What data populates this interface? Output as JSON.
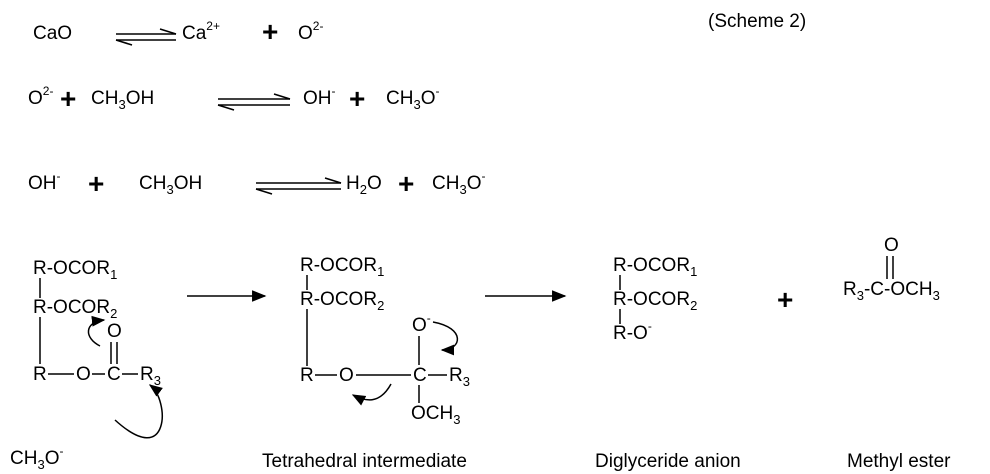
{
  "scheme_label": "(Scheme 2)",
  "reactions": {
    "r1": {
      "reactant": "CaO",
      "product_ion": "Ca",
      "product_charge": "2+",
      "plus": "+",
      "product2": "O",
      "product2_charge": "2-"
    },
    "r2": {
      "reactant1": "O",
      "reactant1_charge": "2-",
      "plus": "+",
      "reactant2_a": "CH",
      "reactant2_sub": "3",
      "reactant2_b": "OH",
      "product1": "OH",
      "product1_charge": "-",
      "plus2": "+",
      "product2_a": "CH",
      "product2_sub": "3",
      "product2_b": "O",
      "product2_charge": "-"
    },
    "r3": {
      "reactant1": "OH",
      "reactant1_charge": "-",
      "plus": "+",
      "reactant2_a": "CH",
      "reactant2_sub": "3",
      "reactant2_b": "OH",
      "product1_a": "H",
      "product1_sub": "2",
      "product1_b": "O",
      "plus2": "+",
      "product2_a": "CH",
      "product2_sub": "3",
      "product2_b": "O",
      "product2_charge": "-"
    }
  },
  "mechanism": {
    "triglyceride": {
      "row1_a": "R-OCOR",
      "row1_sub": "1",
      "row2_a": "R-OCOR",
      "row2_sub": "2",
      "carbonyl_O": "O",
      "row3_a": "R",
      "row3_O": "O",
      "row3_C": "C",
      "row3_R": "R",
      "row3_R_sub": "3"
    },
    "methoxide": {
      "a": "CH",
      "sub": "3",
      "b": "O",
      "charge": "-"
    },
    "tetrahedral": {
      "row1_a": "R-OCOR",
      "row1_sub": "1",
      "row2_a": "R-OCOR",
      "row2_sub": "2",
      "anion_O": "O",
      "anion_charge": "-",
      "row3_a": "R",
      "row3_O": "O",
      "row3_C": "C",
      "row3_R": "R",
      "row3_R_sub": "3",
      "methoxy_a": "OCH",
      "methoxy_sub": "3",
      "caption": "Tetrahedral intermediate"
    },
    "diglyceride": {
      "row1_a": "R-OCOR",
      "row1_sub": "1",
      "row2_a": "R-OCOR",
      "row2_sub": "2",
      "row3_a": "R-O",
      "row3_charge": "-",
      "caption": "Diglyceride anion"
    },
    "plus": "+",
    "ester": {
      "O": "O",
      "R": "R",
      "R_sub": "3",
      "C": "-C-",
      "OCH": "OCH",
      "OCH_sub": "3",
      "caption": "Methyl ester"
    }
  }
}
